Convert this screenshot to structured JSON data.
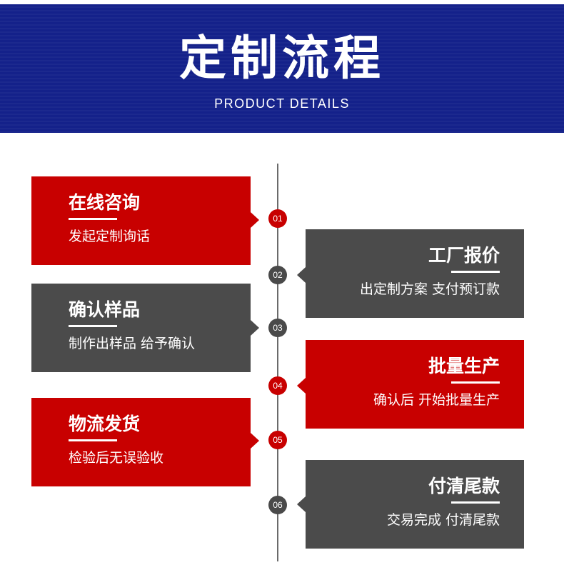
{
  "header": {
    "title": "定制流程",
    "subtitle": "PRODUCT DETAILS"
  },
  "steps": [
    {
      "number": "01",
      "title": "在线咨询",
      "desc": "发起定制询话"
    },
    {
      "number": "02",
      "title": "工厂报价",
      "desc": "出定制方案 支付预订款"
    },
    {
      "number": "03",
      "title": "确认样品",
      "desc": "制作出样品 给予确认"
    },
    {
      "number": "04",
      "title": "批量生产",
      "desc": "确认后 开始批量生产"
    },
    {
      "number": "05",
      "title": "物流发货",
      "desc": "检验后无误验收"
    },
    {
      "number": "06",
      "title": "付清尾款",
      "desc": "交易完成 付清尾款"
    }
  ],
  "colors": {
    "banner": "#14218a",
    "red": "#c80000",
    "gray": "#4b4b4b",
    "timeline": "#6a6a6a"
  }
}
